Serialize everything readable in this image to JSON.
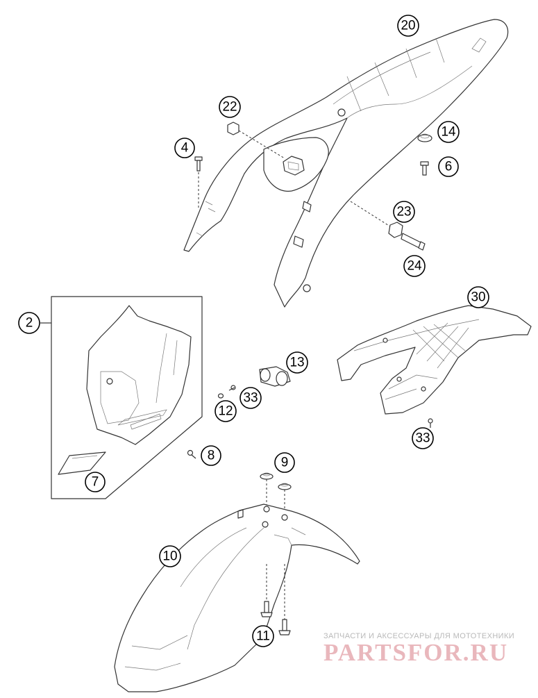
{
  "callouts": [
    {
      "id": "20",
      "label": "20"
    },
    {
      "id": "22",
      "label": "22"
    },
    {
      "id": "4",
      "label": "4"
    },
    {
      "id": "14",
      "label": "14"
    },
    {
      "id": "6",
      "label": "6"
    },
    {
      "id": "23",
      "label": "23"
    },
    {
      "id": "24",
      "label": "24"
    },
    {
      "id": "2",
      "label": "2"
    },
    {
      "id": "30",
      "label": "30"
    },
    {
      "id": "13",
      "label": "13"
    },
    {
      "id": "33a",
      "label": "33"
    },
    {
      "id": "12",
      "label": "12"
    },
    {
      "id": "8",
      "label": "8"
    },
    {
      "id": "7",
      "label": "7"
    },
    {
      "id": "9",
      "label": "9"
    },
    {
      "id": "10",
      "label": "10"
    },
    {
      "id": "33b",
      "label": "33"
    },
    {
      "id": "11",
      "label": "11"
    }
  ],
  "watermark": {
    "tagline": "ЗАПЧАСТИ И АКСЕССУАРЫ ДЛЯ МОТОТЕХНИКИ",
    "logo": "PARTSFOR.RU"
  }
}
